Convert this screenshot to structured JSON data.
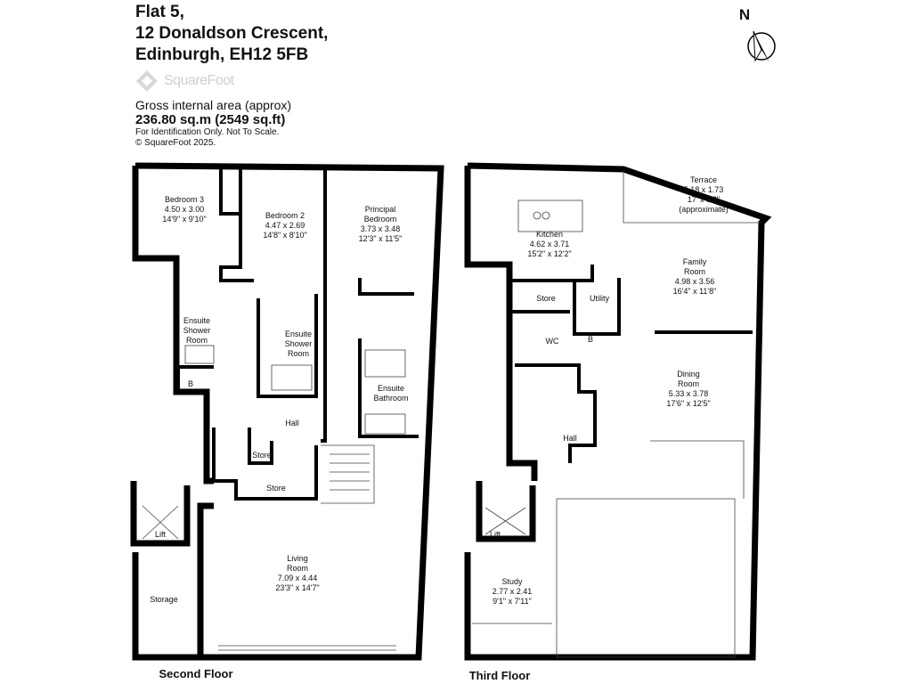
{
  "header": {
    "address_line1": "Flat 5,",
    "address_line2": "12 Donaldson Crescent,",
    "address_line3": "Edinburgh, EH12 5FB",
    "logo": "SquareFoot",
    "gia_label": "Gross internal area (approx)",
    "gia_value": "236.80 sq.m (2549 sq.ft)",
    "disclaimer": "For Identification Only. Not To Scale.",
    "copyright": "© SquareFoot 2025."
  },
  "compass": {
    "label": "N",
    "icon": "north-arrow-icon"
  },
  "second_floor": {
    "label": "Second Floor",
    "rooms": {
      "bedroom3": {
        "name": "Bedroom 3",
        "metric": "4.50 x 3.00",
        "imperial": "14'9\" x 9'10\""
      },
      "bedroom2": {
        "name": "Bedroom 2",
        "metric": "4.47 x 2.69",
        "imperial": "14'8\" x 8'10\""
      },
      "principal": {
        "name1": "Principal",
        "name2": "Bedroom",
        "metric": "3.73 x 3.48",
        "imperial": "12'3\" x 11'5\""
      },
      "ensuite1": {
        "l1": "Ensuite",
        "l2": "Shower",
        "l3": "Room"
      },
      "ensuite2": {
        "l1": "Ensuite",
        "l2": "Shower",
        "l3": "Room"
      },
      "ensuite_bath": {
        "l1": "Ensuite",
        "l2": "Bathroom"
      },
      "boiler": "B",
      "hall": "Hall",
      "store1": "Store",
      "store2": "Store",
      "living": {
        "name1": "Living",
        "name2": "Room",
        "metric": "7.09 x 4.44",
        "imperial": "23'3\" x 14'7\""
      },
      "storage": "Storage",
      "lift": "Lift"
    }
  },
  "third_floor": {
    "label": "Third Floor",
    "rooms": {
      "terrace": {
        "name": "Terrace",
        "metric": "5.18 x 1.73",
        "imperial": "17' x 5'8\"",
        "note": "(approximate)"
      },
      "kitchen": {
        "name": "Kitchen",
        "metric": "4.62 x 3.71",
        "imperial": "15'2\" x 12'2\""
      },
      "family": {
        "name1": "Family",
        "name2": "Room",
        "metric": "4.98 x 3.56",
        "imperial": "16'4\" x 11'8\""
      },
      "store": "Store",
      "utility": "Utility",
      "wc": "WC",
      "boiler": "B",
      "dining": {
        "name1": "Dining",
        "name2": "Room",
        "metric": "5.33 x 3.78",
        "imperial": "17'6\" x 12'5\""
      },
      "hall": "Hall",
      "lift": "Lift",
      "study": {
        "name": "Study",
        "metric": "2.77 x 2.41",
        "imperial": "9'1\" x 7'11\""
      }
    }
  }
}
